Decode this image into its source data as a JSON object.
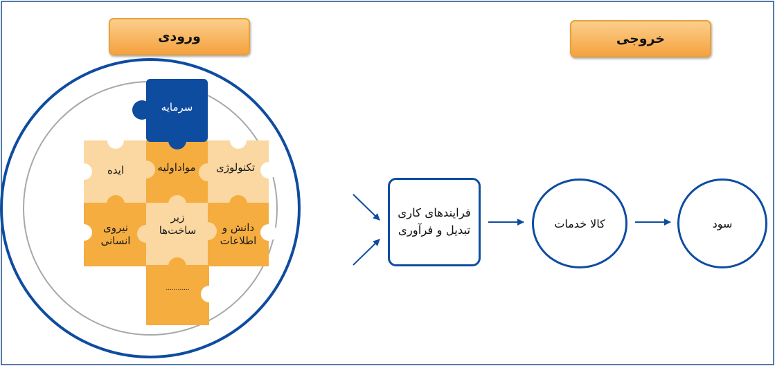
{
  "headers": {
    "input": "ورودی",
    "output": "خروجی"
  },
  "pieces": {
    "capital": "سرمایه",
    "idea": "ایده",
    "raw_materials": "مواداولیه",
    "technology": "تکنولوژی",
    "human_resources_1": "نیروی",
    "human_resources_2": "انسانی",
    "infrastructure_1": "زیر",
    "infrastructure_2": "ساخت‌ها",
    "knowledge_1": "دانش و",
    "knowledge_2": "اطلاعات",
    "more": "............"
  },
  "process": {
    "line1": "فرایندهای کاری",
    "line2": "تبدیل و فرآوری"
  },
  "goods_services": "کالا خدمات",
  "profit": "سود",
  "colors": {
    "frame": "#0e4ca0",
    "dark_piece": "#0e4ca0",
    "mid_piece": "#f5ad3f",
    "light_piece": "#fbd7a1",
    "header": "#f5a23e"
  }
}
